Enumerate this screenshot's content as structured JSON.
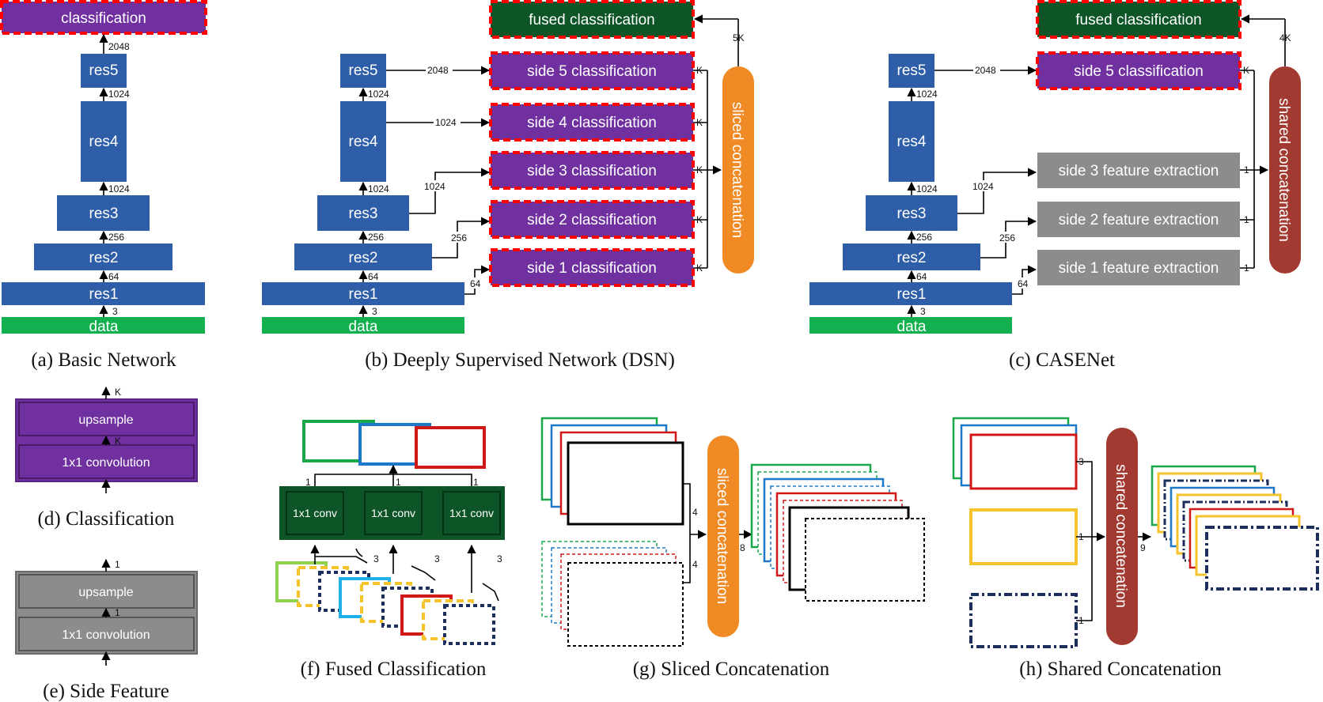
{
  "colors": {
    "res_blue": "#2f5ea8",
    "data_green": "#12b04e",
    "classification_purple": "#7030a0",
    "fused_dark_green": "#0d5527",
    "feature_gray": "#8c8c8c",
    "sliced_orange": "#f08a24",
    "shared_red": "#a33a32",
    "dashed_red": "#ff0000"
  },
  "panel_a": {
    "caption": "(a)  Basic Network",
    "top": "classification",
    "blocks": [
      "res5",
      "res4",
      "res3",
      "res2",
      "res1"
    ],
    "data": "data",
    "dims": [
      "2048",
      "1024",
      "1024",
      "256",
      "64",
      "3"
    ]
  },
  "panel_b": {
    "caption": "(b)  Deeply Supervised Network (DSN)",
    "fused": "fused classification",
    "sides": [
      "side 5 classification",
      "side 4 classification",
      "side 3 classification",
      "side 2 classification",
      "side 1 classification"
    ],
    "concat": "sliced concatenation",
    "blocks": [
      "res5",
      "res4",
      "res3",
      "res2",
      "res1"
    ],
    "data": "data",
    "dims": [
      "1024",
      "1024",
      "256",
      "64",
      "3"
    ],
    "side_dims": [
      "2048",
      "1024",
      "1024",
      "256",
      "64"
    ],
    "k": "K",
    "top_dim": "5K"
  },
  "panel_c": {
    "caption": "(c)  CASENet",
    "fused": "fused classification",
    "side5": "side 5 classification",
    "features": [
      "side 3 feature extraction",
      "side 2 feature extraction",
      "side 1 feature extraction"
    ],
    "concat": "shared concatenation",
    "blocks": [
      "res5",
      "res4",
      "res3",
      "res2",
      "res1"
    ],
    "data": "data",
    "dims": [
      "1024",
      "1024",
      "256",
      "64",
      "3"
    ],
    "side_dims": [
      "2048",
      "1024",
      "256",
      "64"
    ],
    "k": "K",
    "one": "1",
    "top_dim": "4K"
  },
  "panel_d": {
    "caption": "(d)  Classification",
    "upsample": "upsample",
    "conv": "1x1 convolution",
    "k": "K"
  },
  "panel_e": {
    "caption": "(e)  Side Feature",
    "upsample": "upsample",
    "conv": "1x1 convolution",
    "one": "1"
  },
  "panel_f": {
    "caption": "(f)  Fused Classification",
    "conv": "1x1 conv",
    "one": "1",
    "three": "3"
  },
  "panel_g": {
    "caption": "(g)  Sliced Concatenation",
    "concat": "sliced concatenation",
    "four": "4",
    "eight": "8"
  },
  "panel_h": {
    "caption": "(h)  Shared Concatenation",
    "concat": "shared concatenation",
    "three": "3",
    "one": "1",
    "nine": "9"
  }
}
